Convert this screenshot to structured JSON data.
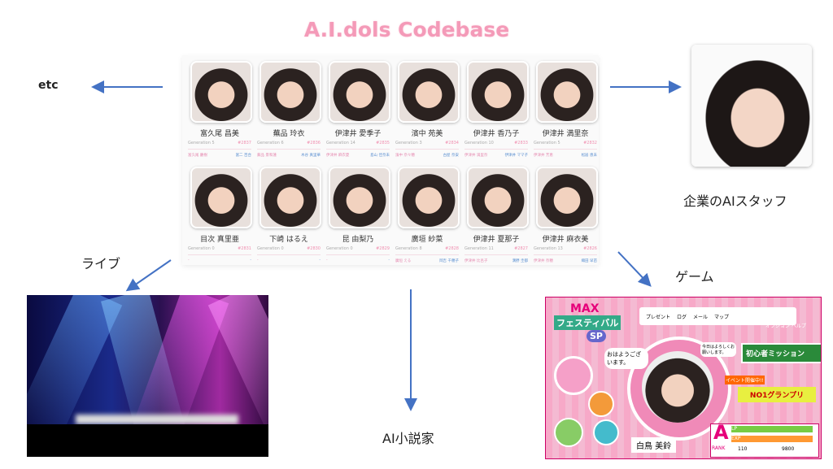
{
  "title": "A.I.dols Codebase",
  "members": [
    {
      "name": "富久尾 昌美",
      "gen": "Generation 5",
      "id": "#2837",
      "mother": "富久尾 慶樹",
      "father": "富二 百合"
    },
    {
      "name": "蕪品 玲衣",
      "gen": "Generation 6",
      "id": "#2836",
      "mother": "蕪品 景和蓮",
      "father": "木谷 真里華"
    },
    {
      "name": "伊津井 愛季子",
      "gen": "Generation 14",
      "id": "#2835",
      "mother": "伊津井 麻衣夏",
      "father": "島山 佳奈未"
    },
    {
      "name": "濱中 苑美",
      "gen": "Generation 3",
      "id": "#2834",
      "mother": "濱中 奈々穂",
      "father": "古屋 奈安"
    },
    {
      "name": "伊津井 香乃子",
      "gen": "Generation 10",
      "id": "#2833",
      "mother": "伊津井 満里奈",
      "father": "伊津井 ママ子"
    },
    {
      "name": "伊津井 満里奈",
      "gen": "Generation 5",
      "id": "#2832",
      "mother": "伊津井 芳恵",
      "father": "松居 恵未"
    },
    {
      "name": "目次 真里亜",
      "gen": "Generation 0",
      "id": "#2831",
      "mother": "-",
      "father": "-"
    },
    {
      "name": "下崎 はるえ",
      "gen": "Generation 0",
      "id": "#2830",
      "mother": "-",
      "father": "-"
    },
    {
      "name": "昆 由梨乃",
      "gen": "Generation 0",
      "id": "#2829",
      "mother": "-",
      "father": "-"
    },
    {
      "name": "廣垣 紗菜",
      "gen": "Generation 8",
      "id": "#2828",
      "mother": "廣垣 える",
      "father": "岡吉 千穂子"
    },
    {
      "name": "伊津井 夏那子",
      "gen": "Generation 11",
      "id": "#2827",
      "mother": "伊津井 比呂子",
      "father": "溝野 圭都"
    },
    {
      "name": "伊津井 麻衣美",
      "gen": "Generation 13",
      "id": "#2826",
      "mother": "伊津井 奈穂",
      "father": "織田 早苗"
    }
  ],
  "labels": {
    "etc": "etc",
    "staff": "企業のAIスタッフ",
    "live": "ライブ",
    "novelist": "AI小説家",
    "game": "ゲーム"
  },
  "game": {
    "logo1": "MAX",
    "logo2": "フェスティバル",
    "logo3": "SP",
    "present": "プレゼント",
    "log": "ログ",
    "mail": "メール",
    "map": "マップ",
    "option": "オプション",
    "help": "ヘルプ",
    "greet": "おはようございます。",
    "greet2": "今日はよろしくお願いします。",
    "mission": "初心者ミッション",
    "event": "イベント開催中!!",
    "grandprix": "NO1グランプリ",
    "character": "白鳥 美鈴",
    "rank": "A",
    "rank_label": "RANK",
    "lp": "LP",
    "exp": "EXP",
    "level": "110",
    "money": "9800"
  },
  "colors": {
    "arrow": "#4472c4",
    "title": "#f49ab8"
  }
}
